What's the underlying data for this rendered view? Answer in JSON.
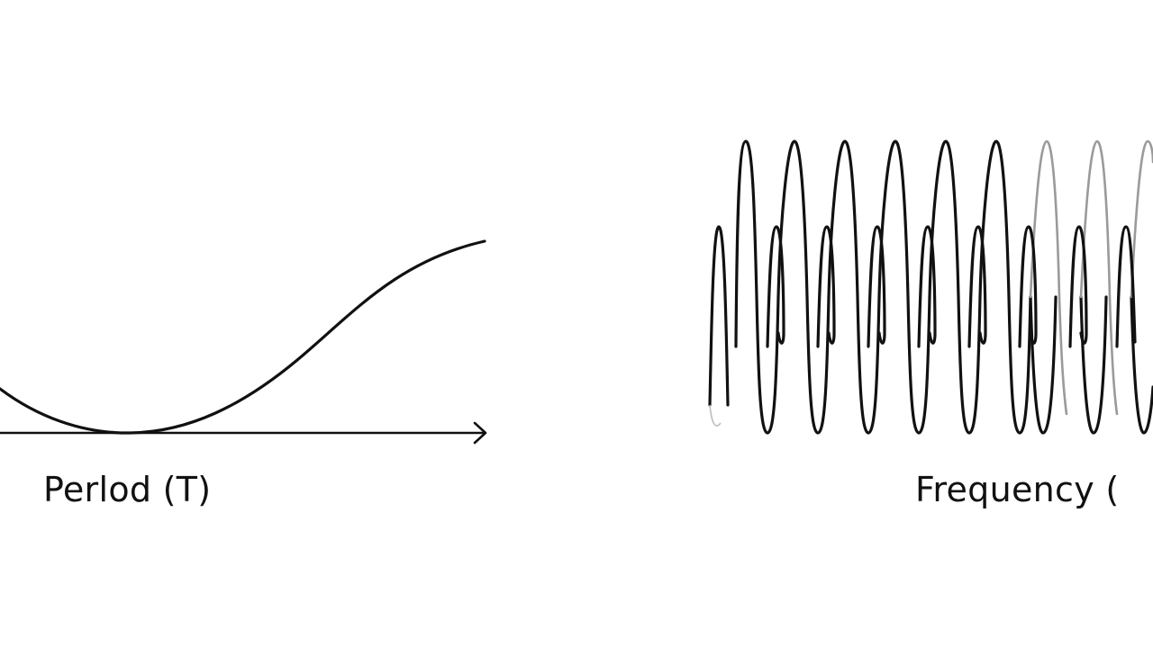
{
  "diagram": {
    "left_panel": {
      "label": "Perlod (T)",
      "description": "Low-frequency sine wave with a horizontal time axis arrow",
      "stroke_color": "#111111"
    },
    "right_panel": {
      "label": "Frequency (",
      "description": "High-frequency dense overlapping oscillations",
      "stroke_color": "#111111",
      "faded_stroke_color": "#9a9a9a"
    },
    "background_color": "#ffffff"
  }
}
